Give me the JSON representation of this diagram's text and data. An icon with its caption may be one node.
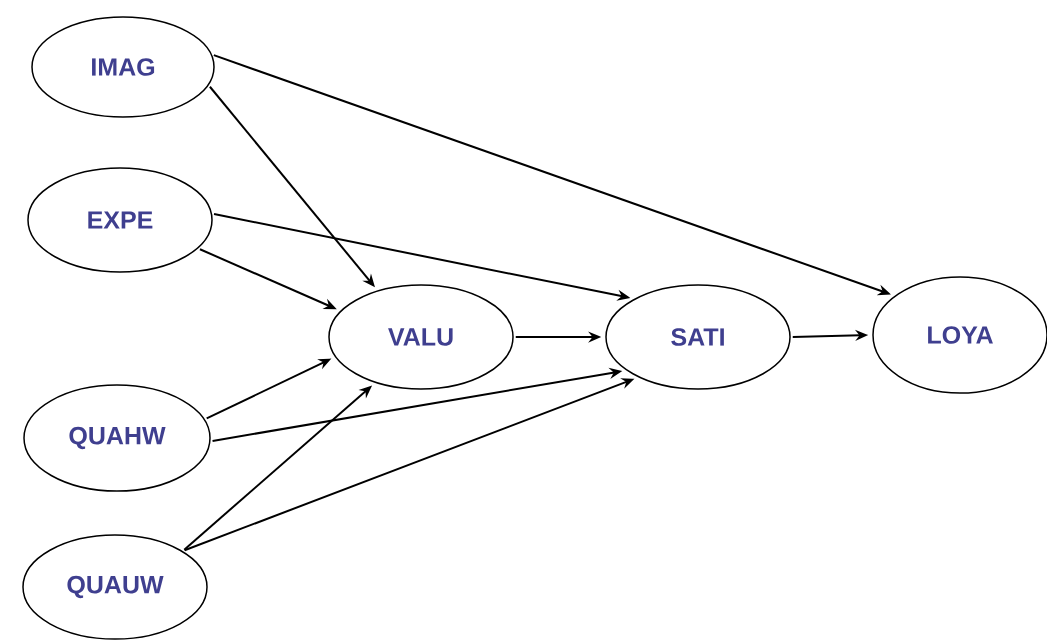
{
  "diagram": {
    "nodes": [
      {
        "text": [
          "IMAG"
        ]
      },
      {
        "text": [
          "EXPE"
        ]
      },
      {
        "text": [
          "VALU"
        ]
      },
      {
        "text": [
          "SATI"
        ]
      },
      {
        "text": [
          "LOYA"
        ]
      },
      {
        "text": [
          "QUAHW"
        ]
      },
      {
        "text": [
          "QUAUW"
        ]
      }
    ],
    "edges": [
      {
        "from": 0,
        "to": 4,
        "arrow": "to"
      },
      {
        "from": 0,
        "to": 2,
        "arrow": "to"
      },
      {
        "from": 1,
        "to": 3,
        "arrow": "to"
      },
      {
        "from": 1,
        "to": 2,
        "arrow": "to"
      },
      {
        "from": 2,
        "to": 3,
        "arrow": "to"
      },
      {
        "from": 3,
        "to": 4,
        "arrow": "to"
      },
      {
        "from": 5,
        "to": 2,
        "arrow": "to"
      },
      {
        "from": 5,
        "to": 3,
        "arrow": "to"
      },
      {
        "from": 6,
        "to": 2,
        "arrow": "to"
      },
      {
        "from": 6,
        "to": 3,
        "arrow": "to"
      }
    ]
  }
}
